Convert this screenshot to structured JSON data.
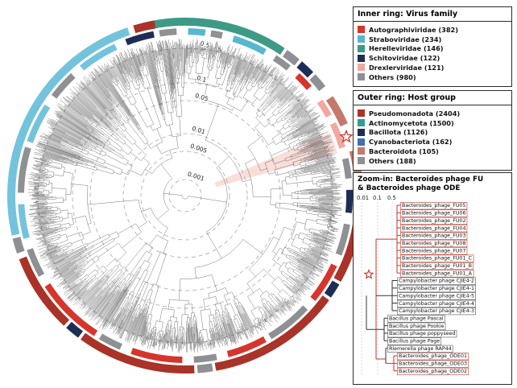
{
  "palette": {
    "red": "#d6352c",
    "brick": "#a93328",
    "green": "#3d9a86",
    "teal": "#2f9d93",
    "sky": "#74c3dc",
    "lightblue": "#56b7cf",
    "navy": "#1d2d56",
    "blue": "#3f6fb4",
    "pink": "#f0a8a0",
    "rose": "#c4796b",
    "gray": "#8f9093",
    "branch": "#3f3f3f",
    "star": "#d6352c"
  },
  "figure": {
    "scale_labels": [
      "0.5",
      "0.1",
      "0.05",
      "0.01",
      "0.005",
      "0.001"
    ]
  },
  "legend_inner": {
    "title": "Inner ring: Virus family",
    "items": [
      {
        "label": "Autographiviridae (382)",
        "color": "#d6352c"
      },
      {
        "label": "Straboviridae (234)",
        "color": "#56b7cf"
      },
      {
        "label": "Herelleviridae (146)",
        "color": "#3d9a86"
      },
      {
        "label": "Schitoviridae (122)",
        "color": "#1d2d56"
      },
      {
        "label": "Drexlerviridae (121)",
        "color": "#f0a8a0"
      },
      {
        "label": "Others (980)",
        "color": "#8f9093"
      }
    ]
  },
  "legend_outer": {
    "title": "Outer ring: Host group",
    "items": [
      {
        "label": "Pseudomonadota (2404)",
        "color": "#a93328"
      },
      {
        "label": "Actinomycetota (1500)",
        "color": "#2f9d93"
      },
      {
        "label": "Bacillota (1126)",
        "color": "#1d2d56"
      },
      {
        "label": "Cyanobacteriota (162)",
        "color": "#3f6fb4"
      },
      {
        "label": "Bacteroidota (105)",
        "color": "#c4796b"
      },
      {
        "label": "Others (188)",
        "color": "#8f9093"
      }
    ]
  },
  "zoom": {
    "title_line1": "Zoom-in: Bacteroides phage FU",
    "title_line2": "& Bacteroides phage ODE",
    "scale_labels": [
      "0.01",
      "0.1",
      "0.5"
    ],
    "taxa": [
      {
        "name": "Bacteroides_phage_FU05",
        "group": "FU"
      },
      {
        "name": "Bacteroides_phage_FU06",
        "group": "FU"
      },
      {
        "name": "Bacteroides_phage_FU02",
        "group": "FU"
      },
      {
        "name": "Bacteroides_phage_FU04",
        "group": "FU"
      },
      {
        "name": "Bacteroides_phage_FU03",
        "group": "FU"
      },
      {
        "name": "Bacteroides_phage_FU08",
        "group": "FU"
      },
      {
        "name": "Bacteroides_phage_FU07",
        "group": "FU"
      },
      {
        "name": "Bacteroides_phage_FU01_C",
        "group": "FU"
      },
      {
        "name": "Bacteroides_phage_FU01_B",
        "group": "FU"
      },
      {
        "name": "Bacteroides_phage_FU01_A",
        "group": "FU"
      },
      {
        "name": "Campylobacter phage CJIE4-2",
        "group": "CJ"
      },
      {
        "name": "Campylobacter phage CJIE4-1",
        "group": "CJ"
      },
      {
        "name": "Campylobacter phage CJIE4-5",
        "group": "CJ"
      },
      {
        "name": "Campylobacter phage CJIE4-4",
        "group": "CJ"
      },
      {
        "name": "Campylobacter phage CJIE4-3",
        "group": "CJ"
      },
      {
        "name": "Bacillus phage Pascal",
        "group": "BA"
      },
      {
        "name": "Bacillus phage Pookie",
        "group": "BA"
      },
      {
        "name": "Bacillus phage poppyseed",
        "group": "BA"
      },
      {
        "name": "Bacillus phage Page",
        "group": "BA"
      },
      {
        "name": "Riemerella phage RAP44",
        "group": "RI"
      },
      {
        "name": "Bacteroides_phage_ODE01",
        "group": "ODE"
      },
      {
        "name": "Bacteroides_phage_ODE03",
        "group": "ODE"
      },
      {
        "name": "Bacteroides_phage_ODE02",
        "group": "ODE"
      }
    ]
  },
  "rings": {
    "outer": [
      [
        -12,
        34,
        "green"
      ],
      [
        35,
        40,
        "gray"
      ],
      [
        41,
        46,
        "navy"
      ],
      [
        47,
        52,
        "gray"
      ],
      [
        56,
        66,
        "rose"
      ],
      [
        75,
        86,
        "rose"
      ],
      [
        87,
        92,
        "gray"
      ],
      [
        93,
        119,
        "brick"
      ],
      [
        120,
        125,
        "navy"
      ],
      [
        126,
        170,
        "brick"
      ],
      [
        171,
        176,
        "gray"
      ],
      [
        177,
        216,
        "brick"
      ],
      [
        217,
        222,
        "navy"
      ],
      [
        223,
        249,
        "brick"
      ],
      [
        251,
        256,
        "gray"
      ],
      [
        257,
        341,
        "sky"
      ],
      [
        343,
        350,
        "brick"
      ]
    ],
    "inner": [
      [
        -9,
        -3,
        "gray"
      ],
      [
        1,
        7,
        "lightblue"
      ],
      [
        9,
        13,
        "gray"
      ],
      [
        17,
        29,
        "lightblue"
      ],
      [
        33,
        39,
        "gray"
      ],
      [
        43,
        49,
        "red"
      ],
      [
        55,
        61,
        "pink"
      ],
      [
        64,
        73,
        "pink"
      ],
      [
        77,
        84,
        "gray"
      ],
      [
        88,
        96,
        "navy"
      ],
      [
        100,
        111,
        "gray"
      ],
      [
        115,
        129,
        "red"
      ],
      [
        133,
        149,
        "gray"
      ],
      [
        151,
        165,
        "red"
      ],
      [
        169,
        177,
        "gray"
      ],
      [
        181,
        199,
        "red"
      ],
      [
        203,
        211,
        "gray"
      ],
      [
        213,
        237,
        "red"
      ],
      [
        241,
        251,
        "gray"
      ],
      [
        255,
        267,
        "sky"
      ],
      [
        271,
        287,
        "gray"
      ],
      [
        289,
        303,
        "sky"
      ],
      [
        307,
        317,
        "gray"
      ],
      [
        321,
        335,
        "sky"
      ],
      [
        339,
        349,
        "navy"
      ]
    ]
  }
}
